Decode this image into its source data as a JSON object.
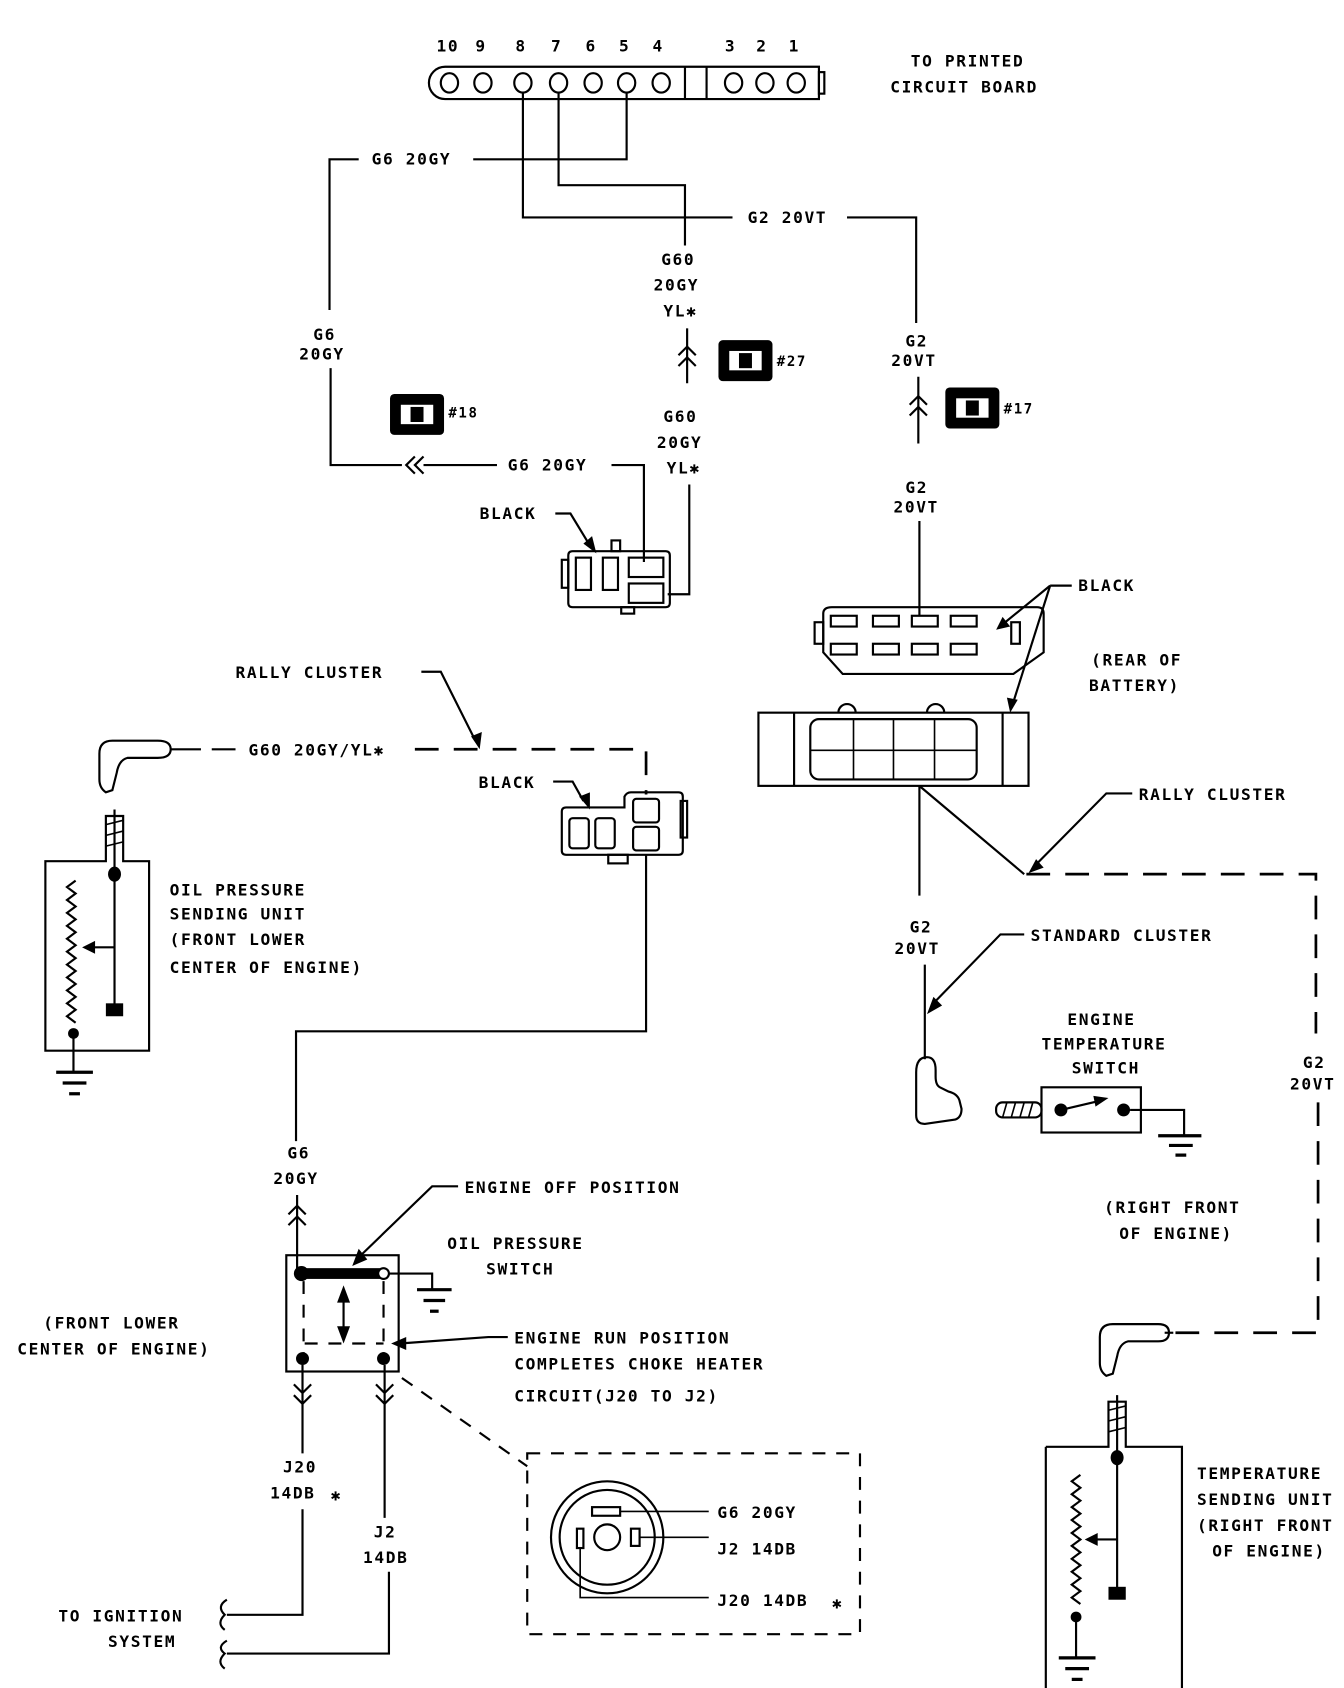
{
  "diagram": {
    "title": "Oil Pressure and Engine Temperature Gauge Wiring",
    "colors": {
      "ink": "#000000",
      "paper": "#ffffff"
    },
    "pc_connector": {
      "pins_left": [
        "10",
        "9",
        "8",
        "7",
        "6",
        "5",
        "4"
      ],
      "pins_right": [
        "3",
        "2",
        "1"
      ],
      "label_line1": "TO PRINTED",
      "label_line2": "CIRCUIT BOARD"
    },
    "wires": {
      "g6_top": "G6 20GY",
      "g2_top": "G2 20VT",
      "g6_left_l1": "G6",
      "g6_left_l2": "20GY",
      "g60_upper_l1": "G60",
      "g60_upper_l2": "20GY",
      "g60_upper_l3": "YL✱",
      "g60_lower_l1": "G60",
      "g60_lower_l2": "20GY",
      "g60_lower_l3": "YL✱",
      "g6_mid": "G6 20GY",
      "g2_upper_l1": "G2",
      "g2_upper_l2": "20VT",
      "g2_lower_l1": "G2",
      "g2_lower_l2": "20VT",
      "g60_dashed": "G60 20GY/YL✱",
      "g2_std_l1": "G2",
      "g2_std_l2": "20VT",
      "g2_right_l1": "G2",
      "g2_right_l2": "20VT",
      "g6_switch_l1": "G6",
      "g6_switch_l2": "20GY",
      "j20_l1": "J20",
      "j20_l2": "14DB",
      "j20_star": "✱",
      "j2_l1": "J2",
      "j2_l2": "14DB"
    },
    "connector_refs": {
      "ref18": "#18",
      "ref27": "#27",
      "ref17": "#17"
    },
    "labels": {
      "black_1": "BLACK",
      "black_2": "BLACK",
      "black_3": "BLACK",
      "rear_battery_l1": "(REAR OF",
      "rear_battery_l2": "BATTERY)",
      "rally_cluster_left": "RALLY CLUSTER",
      "rally_cluster_right": "RALLY CLUSTER",
      "standard_cluster": "STANDARD CLUSTER",
      "oil_sender_l1": "OIL PRESSURE",
      "oil_sender_l2": "SENDING UNIT",
      "oil_sender_l3": "(FRONT LOWER",
      "oil_sender_l4": "CENTER OF ENGINE)",
      "temp_switch_l1": "ENGINE",
      "temp_switch_l2": "TEMPERATURE",
      "temp_switch_l3": "SWITCH",
      "temp_switch_loc_l1": "(RIGHT FRONT",
      "temp_switch_loc_l2": "OF ENGINE)",
      "engine_off": "ENGINE OFF POSITION",
      "oil_switch_l1": "OIL PRESSURE",
      "oil_switch_l2": "SWITCH",
      "oil_switch_loc_l1": "(FRONT LOWER",
      "oil_switch_loc_l2": "CENTER OF ENGINE)",
      "engine_run_l1": "ENGINE RUN POSITION",
      "engine_run_l2": "COMPLETES CHOKE HEATER",
      "engine_run_l3": "CIRCUIT(J20 TO J2)",
      "detail_g6": "G6 20GY",
      "detail_j2": "J2 14DB",
      "detail_j20": "J20 14DB",
      "detail_star": "✱",
      "ignition_l1": "TO IGNITION",
      "ignition_l2": "SYSTEM",
      "temp_sender_l1": "TEMPERATURE",
      "temp_sender_l2": "SENDING UNIT",
      "temp_sender_l3": "(RIGHT FRONT",
      "temp_sender_l4": "OF ENGINE)"
    }
  }
}
